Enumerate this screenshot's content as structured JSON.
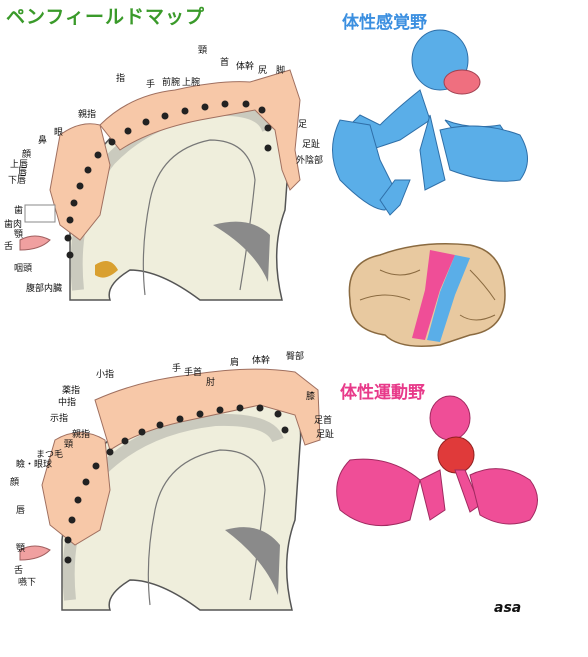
{
  "title": "ペンフィールドマップ",
  "sensory": {
    "heading": "体性感覚野",
    "heading_color": "#3b8fe0",
    "labels": {
      "neck": "頸",
      "head": "首",
      "trunk": "体幹",
      "hip": "尻",
      "leg": "脚",
      "finger": "指",
      "hand": "手",
      "forearm": "前腕",
      "upper_arm": "上腕",
      "foot": "足",
      "toes": "足趾",
      "genitals": "外陰部",
      "thumb": "親指",
      "eye": "眼",
      "nose": "鼻",
      "face": "顔",
      "upper_lip": "上唇",
      "lips": "唇",
      "lower_lip": "下唇",
      "teeth": "歯",
      "gums": "歯肉",
      "jaw": "顎",
      "tongue": "舌",
      "pharynx": "咽頭",
      "abdominal": "腹部内臓"
    }
  },
  "motor": {
    "heading": "体性運動野",
    "heading_color": "#e83a8a",
    "labels": {
      "hand": "手",
      "wrist": "手首",
      "shoulder": "肩",
      "trunk": "体幹",
      "hip": "臀部",
      "little_finger": "小指",
      "ring_finger": "薬指",
      "middle_finger": "中指",
      "index_finger": "示指",
      "elbow": "肘",
      "knee": "膝",
      "ankle": "足首",
      "toes": "足趾",
      "thumb": "親指",
      "neck": "頸",
      "brow": "まつ毛",
      "eyelid_eyeball": "瞼・眼球",
      "face": "顔",
      "lips": "唇",
      "jaw": "顎",
      "tongue": "舌",
      "swallowing": "嚥下"
    }
  },
  "signature": "asa",
  "colors": {
    "skin": "#f7c8a8",
    "cortex": "#efeedc",
    "outline": "#555555",
    "sensory_body": "#5aaee8",
    "motor_body": "#ef4e97",
    "brain": "#e8c9a0"
  }
}
